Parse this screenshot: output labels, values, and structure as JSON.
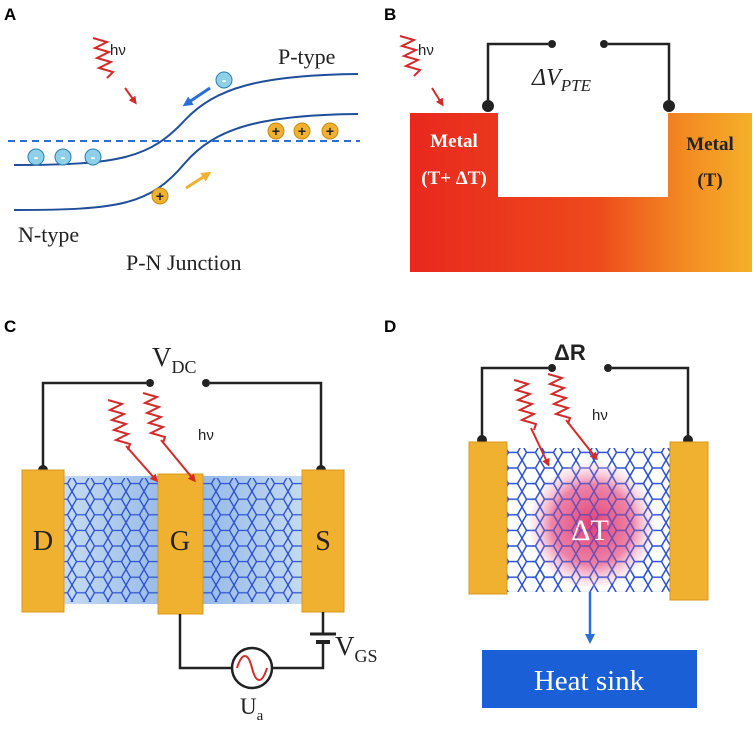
{
  "panels": {
    "A": {
      "label": "A",
      "hv": "hν",
      "p_type": "P-type",
      "n_type": "N-type",
      "junction": "P-N Junction",
      "minus": "-",
      "plus": "+"
    },
    "B": {
      "label": "B",
      "hv": "hν",
      "delta_v": "ΔV",
      "delta_v_sub": "PTE",
      "metal_left_line1": "Metal",
      "metal_left_line2": "(T+ ΔT)",
      "metal_right_line1": "Metal",
      "metal_right_line2": "(T)"
    },
    "C": {
      "label": "C",
      "hv": "hν",
      "vdc": "V",
      "vdc_sub": "DC",
      "drain": "D",
      "gate": "G",
      "source": "S",
      "vgs": "V",
      "vgs_sub": "GS",
      "ua": "U",
      "ua_sub": "a"
    },
    "D": {
      "label": "D",
      "hv": "hν",
      "delta_r": "ΔR",
      "delta_t": "ΔT",
      "heat_sink": "Heat sink"
    }
  },
  "colors": {
    "wave_red": "#d42a2a",
    "line_blue": "#1f4e9a",
    "electrode_orange": "#f0b030",
    "metal_red": "#e8281e",
    "heat_sink_blue": "#1a5fd6",
    "graphene_blue": "#2a4fd0",
    "hot_pink": "#e0356e"
  }
}
